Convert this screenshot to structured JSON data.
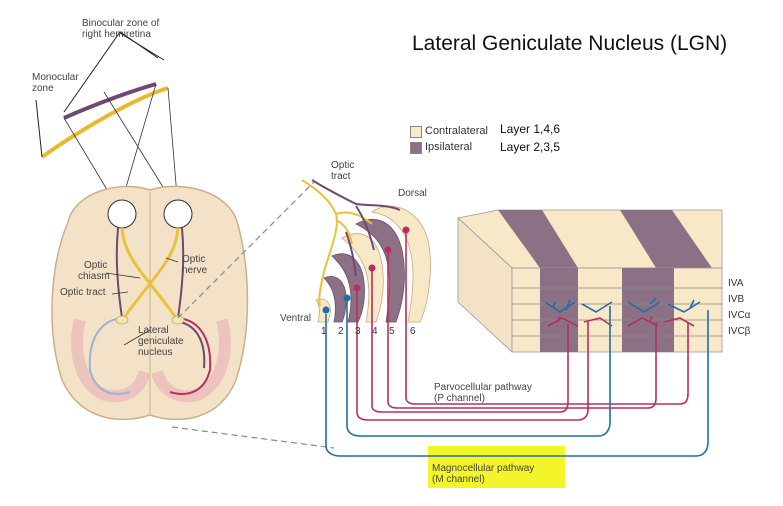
{
  "title": "Lateral Geniculate Nucleus (LGN)",
  "legend": {
    "contralateral": "Contralateral",
    "ipsilateral": "Ipsilateral",
    "contralateral_layers": "Layer 1,4,6",
    "ipsilateral_layers": "Layer 2,3,5"
  },
  "labels": {
    "binocular_zone_1": "Binocular zone of",
    "binocular_zone_2": "right hemiretina",
    "monocular_zone_1": "Monocular",
    "monocular_zone_2": "zone",
    "optic_chiasm_1": "Optic",
    "optic_chiasm_2": "chiasm",
    "optic_nerve_1": "Optic",
    "optic_nerve_2": "nerve",
    "optic_tract_brain": "Optic tract",
    "lgn_1": "Lateral",
    "lgn_2": "geniculate",
    "lgn_3": "nucleus",
    "optic_tract_1": "Optic",
    "optic_tract_2": "tract",
    "dorsal": "Dorsal",
    "ventral": "Ventral",
    "layer_numbers": [
      "1",
      "2",
      "3",
      "4",
      "5",
      "6"
    ],
    "cortex_layers": [
      "IVA",
      "IVB",
      "IVCα",
      "IVCβ"
    ],
    "parvo_1": "Parvocellular pathway",
    "parvo_2": "(P channel)",
    "magno_1": "Magnocellular pathway",
    "magno_2": "(M channel)"
  },
  "colors": {
    "contralateral": "#f7e8c8",
    "ipsilateral": "#8c7186",
    "yellow_fiber": "#e8c23a",
    "purple_fiber": "#6e4a72",
    "parvo": "#b5305e",
    "magno": "#1f6ea8",
    "brain": "#f3e2c8",
    "highlight": "#f4f42a"
  }
}
